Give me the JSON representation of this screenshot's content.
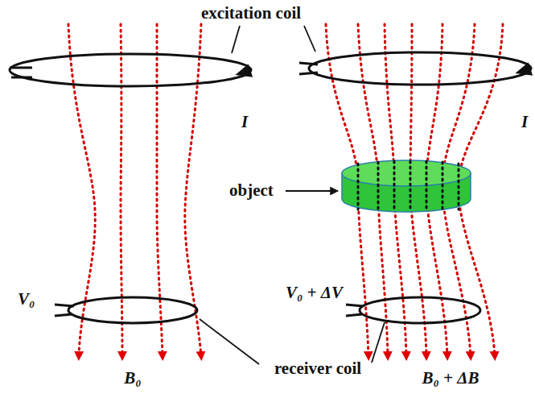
{
  "diagram": {
    "labels": [
      "excitation coil",
      "I",
      "I",
      "object",
      "V₀",
      "V₀ + ΔV",
      "receiver coil",
      "B₀",
      "B₀ + ΔB"
    ]
  }
}
